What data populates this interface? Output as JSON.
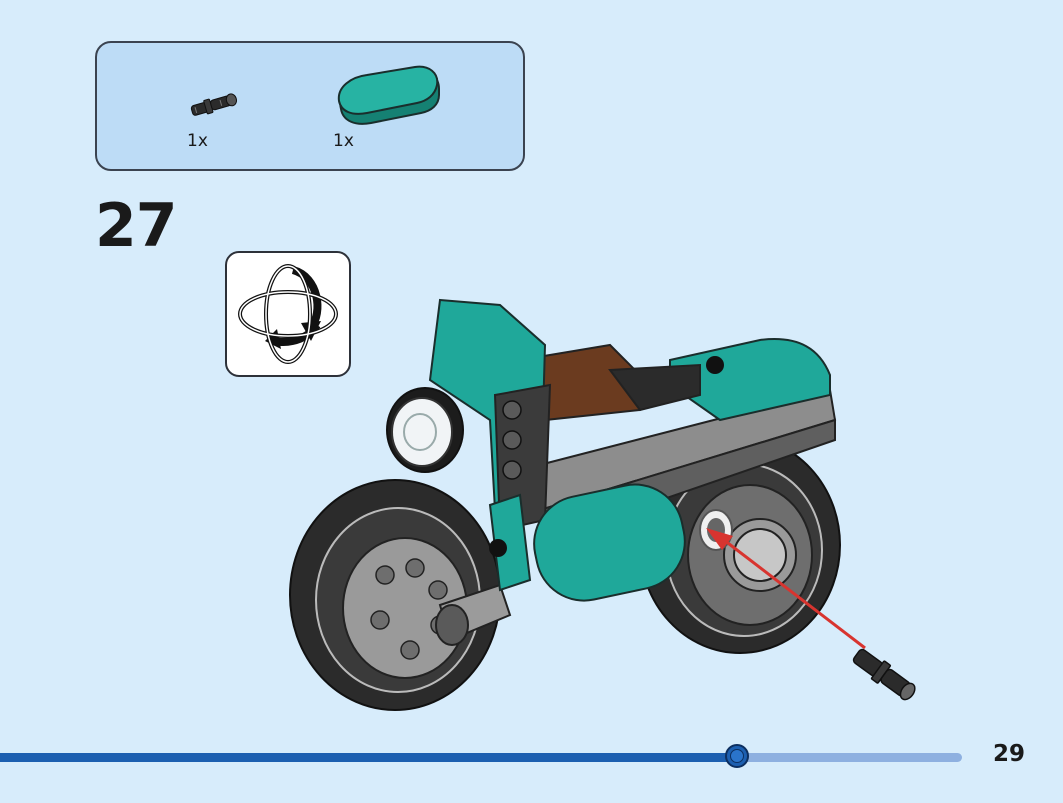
{
  "parts_box": {
    "items": [
      {
        "icon": "black-friction-pin-icon",
        "quantity": "1x"
      },
      {
        "icon": "teal-round-tile-icon",
        "quantity": "1x"
      }
    ]
  },
  "step": {
    "number": "27"
  },
  "rotate_icon": "rotate-model-icon",
  "illustration_icon": "motorcycle-model-icon",
  "progress": {
    "fraction": 0.766
  },
  "page": {
    "number": "29"
  },
  "colors": {
    "background": "#d7ecfb",
    "parts_box": "#bddcf6",
    "teal": "#1fa89a",
    "progress_fill": "#1c5fb0",
    "progress_track": "#8eb0e0",
    "arrow": "#d8342f"
  }
}
